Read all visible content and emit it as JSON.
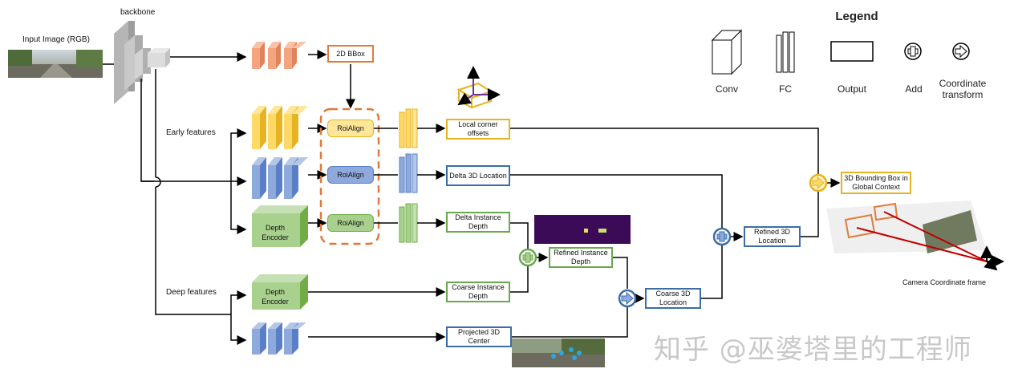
{
  "input_label": "Input Image (RGB)",
  "backbone_label": "backbone",
  "early_features_label": "Early features",
  "deep_features_label": "Deep features",
  "bbox2d_label": "2D BBox",
  "roi_label": "RoiAlign",
  "depth_encoder_label": "Depth Encoder",
  "outputs": {
    "local_corner": "Local corner offsets",
    "delta_location": "Delta 3D Location",
    "delta_depth": "Delta Instance Depth",
    "refined_depth": "Refined Instance Depth",
    "coarse_depth": "Coarse Instance Depth",
    "projected_center": "Projected 3D Center",
    "coarse_location": "Coarse 3D Location",
    "refined_location": "Refined 3D Location",
    "final_box": "3D Bounding Box in Global Context"
  },
  "camera_frame_label": "Camera Coordinate frame",
  "legend": {
    "title": "Legend",
    "conv": "Conv",
    "fc": "FC",
    "output": "Output",
    "add": "Add",
    "coord": "Coordinate transform"
  },
  "watermark": "知乎 @巫婆塔里的工程师",
  "colors": {
    "orange": "#f4a57f",
    "yellow": "#ffd966",
    "blue": "#8ea9db",
    "green": "#a9d18e",
    "gray": "#c9c9c9",
    "line": "#000000"
  }
}
